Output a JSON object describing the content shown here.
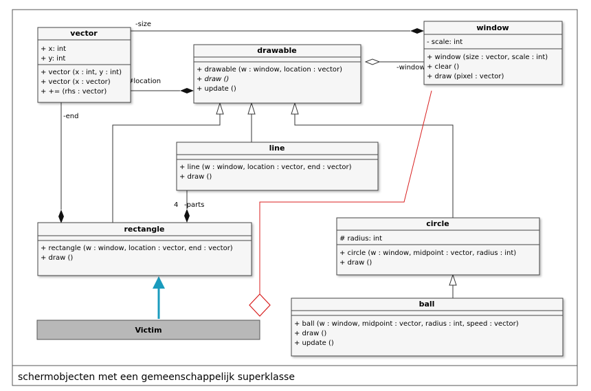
{
  "caption": "schermobjecten met een gemeenschappelijk superklasse",
  "classes": {
    "vector": {
      "name": "vector",
      "attributes": [
        "+ x: int",
        "+ y: int"
      ],
      "operations": [
        "+ vector (x : int, y : int)",
        "+ vector (x : vector)",
        "+ += (rhs : vector)"
      ]
    },
    "drawable": {
      "name": "drawable",
      "attributes": [],
      "operations": [
        "+ drawable (w : window, location : vector)",
        "+ draw ()",
        "+ update ()"
      ]
    },
    "window": {
      "name": "window",
      "attributes": [
        "- scale: int"
      ],
      "operations": [
        "+ window (size : vector, scale : int)",
        "+ clear ()",
        "+ draw (pixel : vector)"
      ]
    },
    "line": {
      "name": "line",
      "attributes": [],
      "operations": [
        "+ line (w : window, location : vector, end : vector)",
        "+ draw ()"
      ]
    },
    "rectangle": {
      "name": "rectangle",
      "attributes": [],
      "operations": [
        "+ rectangle (w : window, location : vector, end : vector)",
        "+ draw ()"
      ]
    },
    "circle": {
      "name": "circle",
      "attributes": [
        "# radius: int"
      ],
      "operations": [
        "+ circle (w : window, midpoint : vector, radius : int)",
        "+ draw ()"
      ]
    },
    "ball": {
      "name": "ball",
      "attributes": [],
      "operations": [
        "+ ball (w : window, midpoint : vector, radius : int, speed : vector)",
        "+ draw ()",
        "+ update ()"
      ]
    }
  },
  "victim": {
    "label": "Victim"
  },
  "associations": {
    "size": "-size",
    "location": "#location",
    "window": "-window",
    "end": "-end",
    "parts_mult": "4",
    "parts": "-parts"
  },
  "colors": {
    "class_fill": "#f6f6f6",
    "class_stroke": "#444444",
    "line": "#333333",
    "red": "#d81e1e",
    "teal": "#1a9bbd",
    "victim_fill": "#b8b8b8"
  }
}
